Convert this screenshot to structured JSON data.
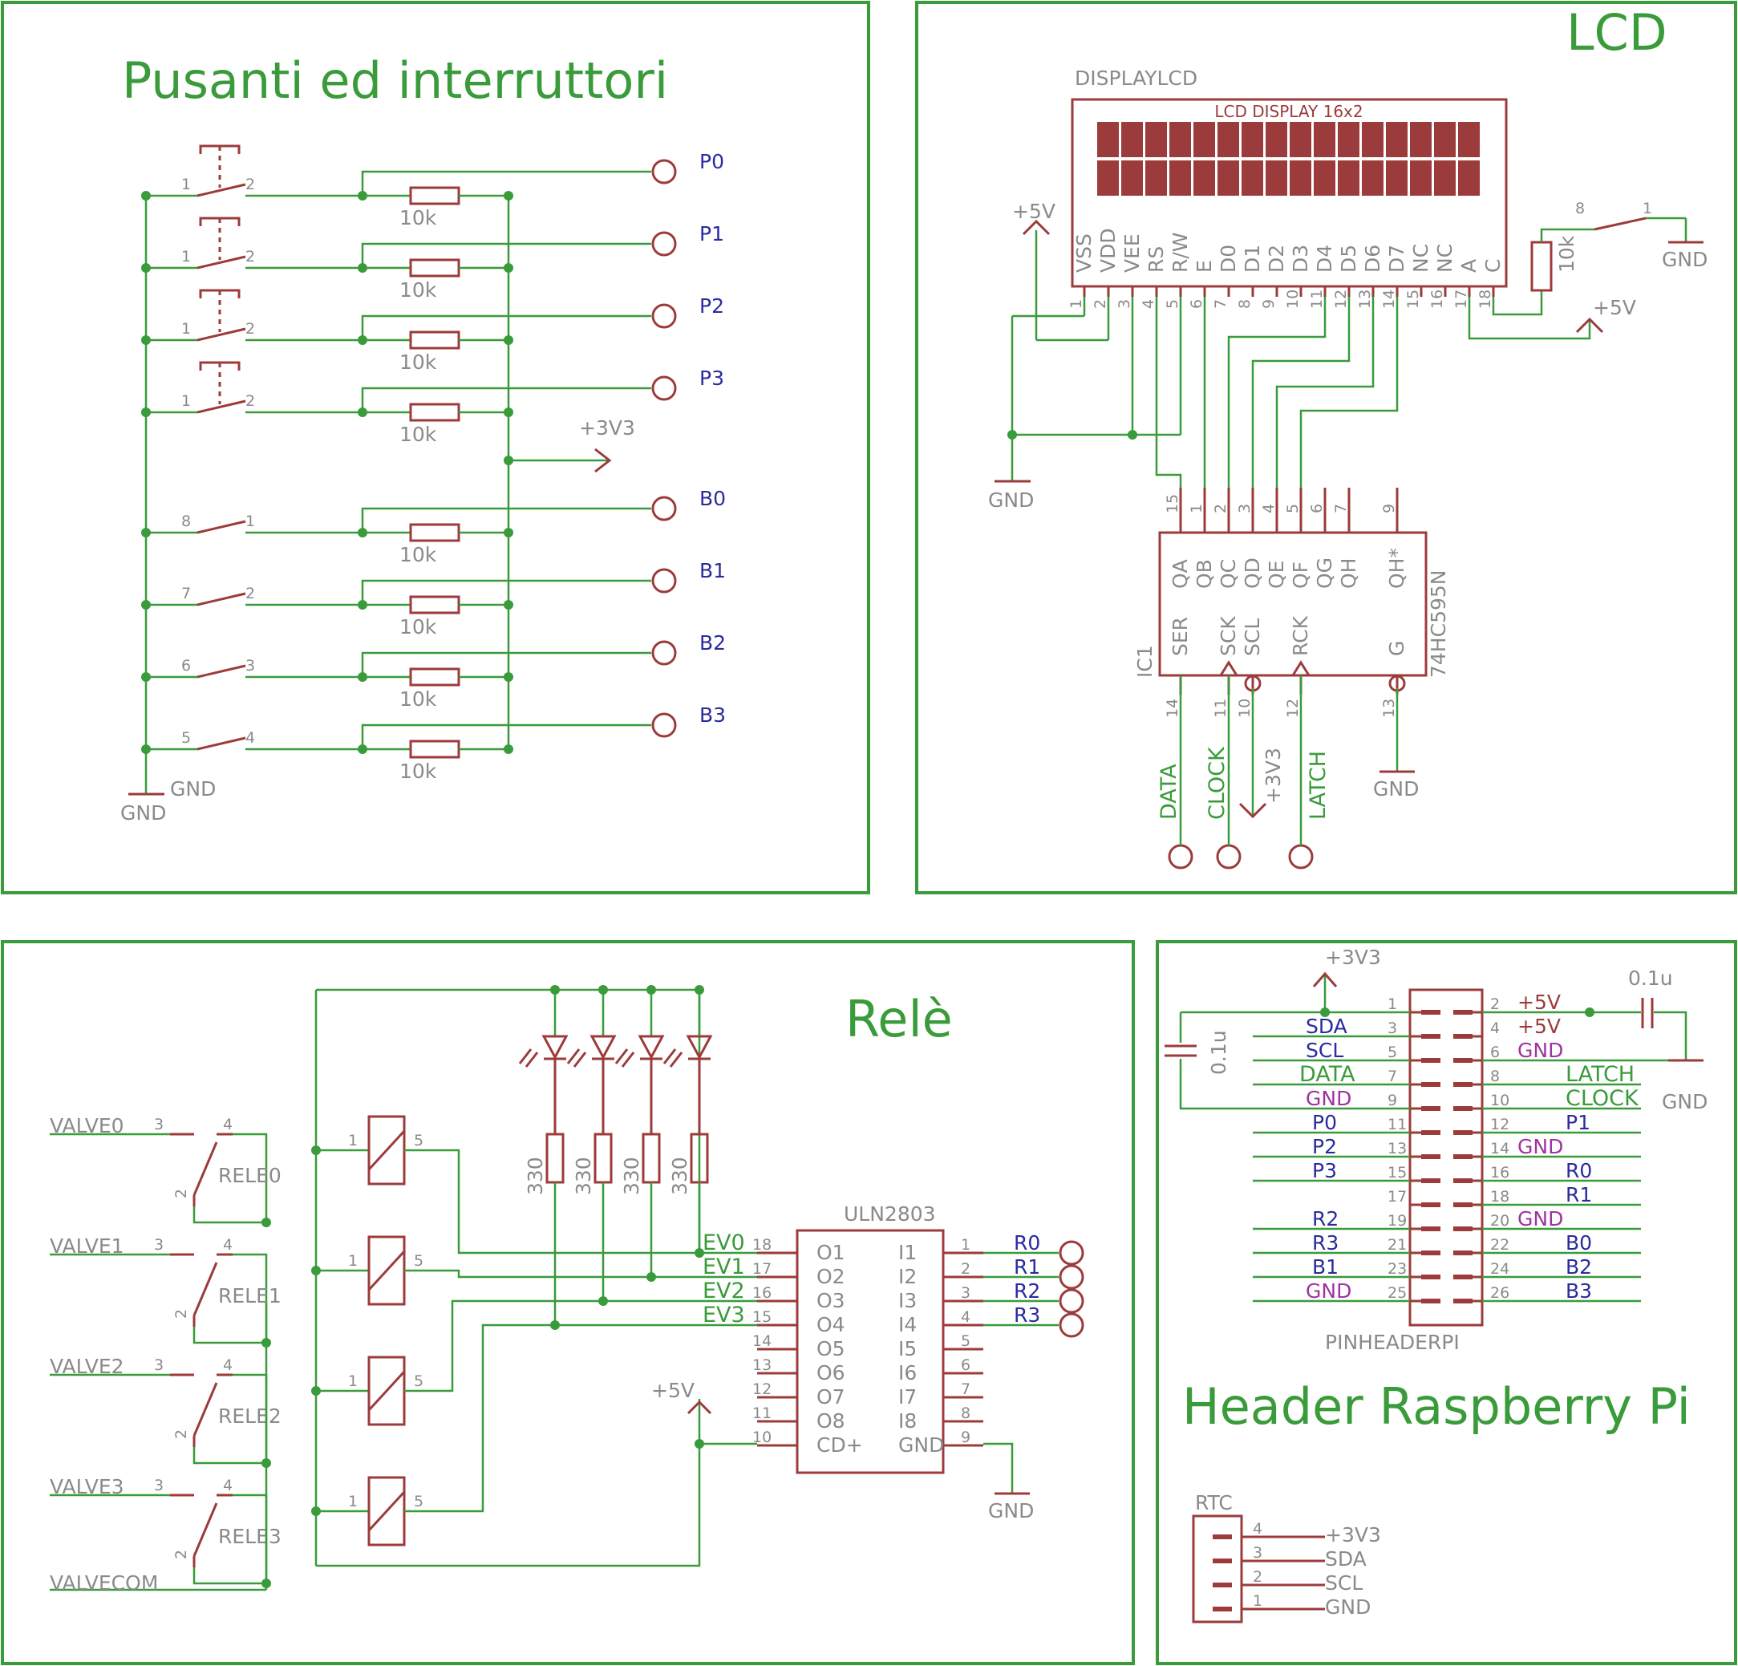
{
  "sections": {
    "buttons_title": "Pusanti ed interruttori",
    "lcd_title": "LCD",
    "relay_title": "Relè",
    "header_title": "Header Raspberry Pi"
  },
  "buttons": {
    "resistor_value": "10k",
    "outputs": [
      "P0",
      "P1",
      "P2",
      "P3",
      "B0",
      "B1",
      "B2",
      "B3"
    ],
    "pushbutton_pins": [
      [
        "1",
        "2"
      ],
      [
        "1",
        "2"
      ],
      [
        "1",
        "2"
      ],
      [
        "1",
        "2"
      ]
    ],
    "switch_pins": [
      [
        "8",
        "1"
      ],
      [
        "7",
        "2"
      ],
      [
        "6",
        "3"
      ],
      [
        "5",
        "4"
      ]
    ],
    "supply": "+3V3",
    "gnd": "GND"
  },
  "lcd": {
    "part_name": "DISPLAYLCD",
    "display_label": "LCD DISPLAY 16x2",
    "pin_names": [
      "VSS",
      "VDD",
      "VEE",
      "RS",
      "R/W",
      "E",
      "D0",
      "D1",
      "D2",
      "D3",
      "D4",
      "D5",
      "D6",
      "D7",
      "NC",
      "NC",
      "A",
      "C"
    ],
    "pin_numbers": [
      "1",
      "2",
      "3",
      "4",
      "5",
      "6",
      "7",
      "8",
      "9",
      "10",
      "11",
      "12",
      "13",
      "14",
      "15",
      "16",
      "17",
      "18"
    ],
    "supply": "+5V",
    "gnd": "GND",
    "trimmer_value": "10k",
    "trimmer_pins": [
      "8",
      "1"
    ],
    "backlight_supply": "+5V",
    "trimmer_gnd": "GND"
  },
  "shift_register": {
    "ref": "IC1",
    "part": "74HC595N",
    "top_pins": [
      "QA",
      "QB",
      "QC",
      "QD",
      "QE",
      "QF",
      "QG",
      "QH",
      "QH*"
    ],
    "top_pin_numbers": [
      "15",
      "1",
      "2",
      "3",
      "4",
      "5",
      "6",
      "7",
      "9"
    ],
    "bottom_pins": [
      "SER",
      "SCK",
      "SCL",
      "RCK",
      "G"
    ],
    "bottom_pin_numbers": [
      "14",
      "11",
      "10",
      "12",
      "13"
    ],
    "signals": [
      "DATA",
      "CLOCK",
      "+3V3",
      "LATCH"
    ],
    "gnd": "GND"
  },
  "relay": {
    "valves": [
      "VALVE0",
      "VALVE1",
      "VALVE2",
      "VALVE3"
    ],
    "valve_common": "VALVECOM",
    "relays": [
      "RELE0",
      "RELE1",
      "RELE2",
      "RELE3"
    ],
    "contact_pins": [
      "3",
      "4",
      "2"
    ],
    "coil_pins": [
      "1",
      "5"
    ],
    "led_resistor": "330",
    "driver": "ULN2803",
    "driver_outputs": [
      "O1",
      "O2",
      "O3",
      "O4",
      "O5",
      "O6",
      "O7",
      "O8",
      "CD+"
    ],
    "driver_output_pins": [
      "18",
      "17",
      "16",
      "15",
      "14",
      "13",
      "12",
      "11",
      "10"
    ],
    "driver_inputs": [
      "I1",
      "I2",
      "I3",
      "I4",
      "I5",
      "I6",
      "I7",
      "I8",
      "GND"
    ],
    "driver_input_pins": [
      "1",
      "2",
      "3",
      "4",
      "5",
      "6",
      "7",
      "8",
      "9"
    ],
    "ev_nets": [
      "EV0",
      "EV1",
      "EV2",
      "EV3"
    ],
    "r_nets": [
      "R0",
      "R1",
      "R2",
      "R3"
    ],
    "supply": "+5V",
    "gnd": "GND"
  },
  "header": {
    "part": "PINHEADERPI",
    "supply": "+3V3",
    "cap_left": "0.1u",
    "cap_right": "0.1u",
    "gnd": "GND",
    "left_pins": [
      "1",
      "3",
      "5",
      "7",
      "9",
      "11",
      "13",
      "15",
      "17",
      "19",
      "21",
      "23",
      "25"
    ],
    "right_pins": [
      "2",
      "4",
      "6",
      "8",
      "10",
      "12",
      "14",
      "16",
      "18",
      "20",
      "22",
      "24",
      "26"
    ],
    "left_nets": [
      "",
      "SDA",
      "SCL",
      "DATA",
      "GND",
      "P0",
      "P2",
      "P3",
      "",
      "R2",
      "R3",
      "B1",
      "GND"
    ],
    "right_nets": [
      "+5V",
      "+5V",
      "GND",
      "LATCH",
      "CLOCK",
      "P1",
      "GND",
      "R0",
      "R1",
      "GND",
      "B0",
      "B2",
      "B3"
    ]
  },
  "rtc": {
    "part": "RTC",
    "pins": [
      "4",
      "3",
      "2",
      "1"
    ],
    "nets": [
      "+3V3",
      "SDA",
      "SCL",
      "GND"
    ]
  }
}
